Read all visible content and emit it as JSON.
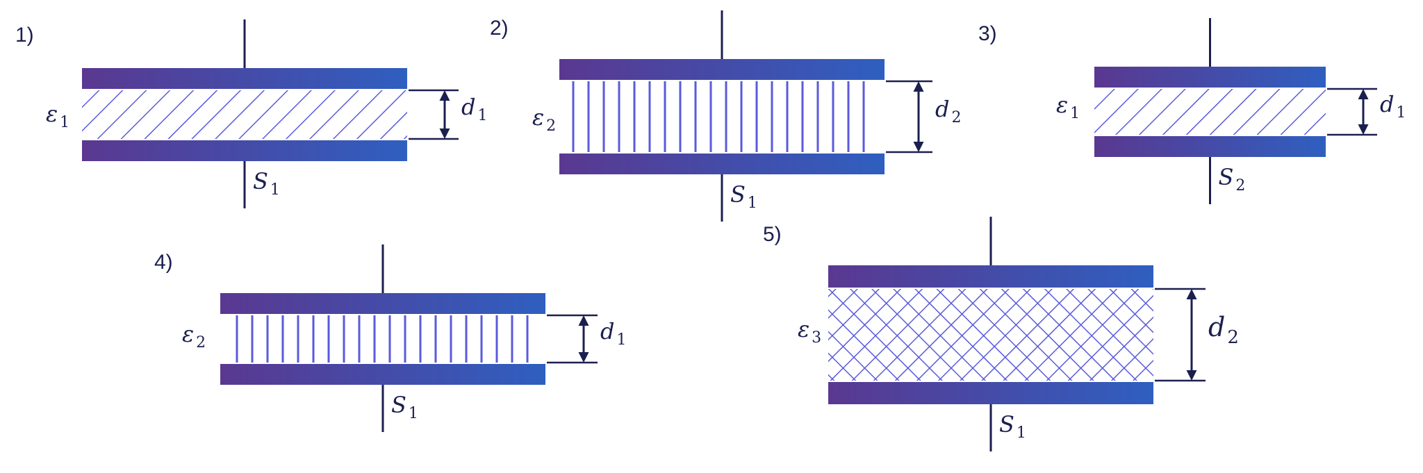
{
  "colors": {
    "plate_left": "#5a3890",
    "plate_right": "#2f5fc0",
    "hatch": "#5a5adc",
    "ink": "#1b1f4f"
  },
  "capacitors": [
    {
      "id": 1,
      "label": "1)",
      "epsilon": "1",
      "distance": "d",
      "distance_sub": "1",
      "area": "S",
      "area_sub": "1",
      "dielectric": "diagonal"
    },
    {
      "id": 2,
      "label": "2)",
      "epsilon": "2",
      "distance": "d",
      "distance_sub": "2",
      "area": "S",
      "area_sub": "1",
      "dielectric": "vertical"
    },
    {
      "id": 3,
      "label": "3)",
      "epsilon": "1",
      "distance": "d",
      "distance_sub": "1",
      "area": "S",
      "area_sub": "2",
      "dielectric": "diagonal"
    },
    {
      "id": 4,
      "label": "4)",
      "epsilon": "2",
      "distance": "d",
      "distance_sub": "1",
      "area": "S",
      "area_sub": "1",
      "dielectric": "vertical"
    },
    {
      "id": 5,
      "label": "5)",
      "epsilon": "3",
      "distance": "d",
      "distance_sub": "2",
      "area": "S",
      "area_sub": "1",
      "dielectric": "crosshatch"
    }
  ],
  "symbols": {
    "epsilon": "ε"
  }
}
